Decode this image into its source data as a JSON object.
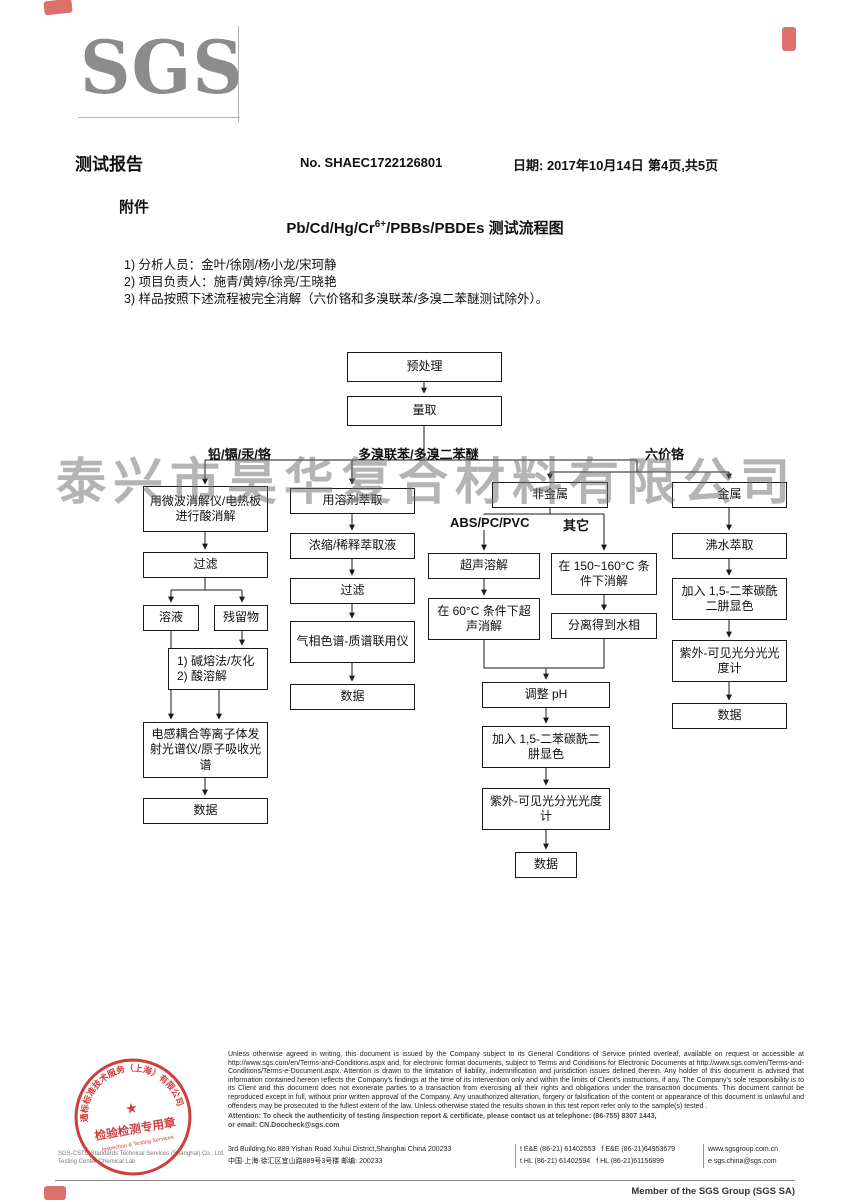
{
  "page": {
    "logo": "SGS"
  },
  "header": {
    "report_title": "测试报告",
    "report_no": "No. SHAEC1722126801",
    "date": "日期: 2017年10月14日",
    "page_info": "第4页,共5页",
    "attachment": "附件",
    "flow_title_main": "Pb/Cd/Hg/Cr",
    "flow_title_sup": "6+",
    "flow_title_rest": "/PBBs/PBDEs  测试流程图"
  },
  "notes": {
    "n1": "1) 分析人员：金叶/徐刚/杨小龙/宋珂静",
    "n2": "2) 项目负责人：施青/黄婷/徐亮/王晓艳",
    "n3": "3) 样品按照下述流程被完全消解（六价铬和多溴联苯/多溴二苯醚测试除外）。"
  },
  "watermark": "泰兴市昊华复合材料有限公司",
  "flow": {
    "pretreat": "预处理",
    "measure": "量取",
    "branch_left": "铅/镉/汞/铬",
    "branch_mid": "多溴联苯/多溴二苯醚",
    "branch_right": "六价铬",
    "acid": "用微波消解仪/电热板进行酸消解",
    "filter1": "过滤",
    "solution": "溶液",
    "residue": "残留物",
    "alkali1": "1) 碱熔法/灰化",
    "alkali2": "2) 酸溶解",
    "icp": "电感耦合等离子体发射光谱仪/原子吸收光谱",
    "data1": "数据",
    "solvent": "用溶剂萃取",
    "concentrate": "浓缩/稀释萃取液",
    "filter2": "过滤",
    "gcms": "气相色谱-质谱联用仪",
    "data2": "数据",
    "nonmetal": "非金属",
    "metal": "金属",
    "abs_label": "ABS/PC/PVC",
    "other_label": "其它",
    "ultrasonic": "超声溶解",
    "us60": "在 60°C 条件下超声消解",
    "digest150": "在 150~160°C 条件下消解",
    "separate": "分离得到水相",
    "ph": "调整 pH",
    "chromo1": "加入 1,5-二苯碳酰二肼显色",
    "uv1": "紫外-可见光分光光度计",
    "data3": "数据",
    "boiling": "沸水萃取",
    "chromo2": "加入 1,5-二苯碳酰二肼显色",
    "uv2": "紫外-可见光分光光度计",
    "data4": "数据"
  },
  "stamp": {
    "ring": "通标标准技术服务（上海）有限公司",
    "star": "★",
    "center": "检验检测专用章",
    "sub": "Inspection & Testing Services"
  },
  "company": {
    "line1": "SGS-CSTC Standards Technical Services (Shanghai) Co., Ltd.",
    "line2": "Testing Center-Chemical Lab"
  },
  "disclaimer": {
    "body": "Unless otherwise agreed in writing, this document is issued by the Company subject to its General Conditions of Service printed overleaf, available on request or accessible at http://www.sgs.com/en/Terms-and-Conditions.aspx and, for electronic format documents, subject to Terms and Conditions for Electronic Documents at http://www.sgs.com/en/Terms-and-Conditions/Terms-e-Document.aspx. Attention is drawn to the limitation of liability, indemnification and jurisdiction issues defined therein. Any holder of this document is advised that information contained hereon reflects the Company's findings at the time of its intervention only and within the limits of Client's instructions, if any. The Company's sole responsibility is to its Client and this document does not exonerate parties to a transaction from exercising all their rights and obligations under the transaction documents. This document cannot be reproduced except in full, without prior written approval of the Company. Any unauthorized alteration, forgery or falsification of the content or appearance of this document is unlawful and offenders may be prosecuted to the fullest extent of the law. Unless otherwise stated the results shown in this test report refer only to the sample(s) tested .",
    "attention1": "Attention: To check the authenticity of testing /inspection report & certificate, please contact us at telephone: (86-755) 8307 1443,",
    "attention2": "or email: CN.Doccheck@sgs.com"
  },
  "address": {
    "en": "3rd Building,No.889 Yishan Road Xuhui District,Shanghai China   200233",
    "cn": "中国·上海·徐汇区宜山路889号3号楼  邮编: 200233",
    "tel1": "t E&E (86-21) 61402553",
    "fax1": "f E&E (86-21)64953679",
    "tel2": "t HL (86-21) 61402594",
    "fax2": "f HL (86-21)61156899",
    "web": "www.sgsgroup.com.cn",
    "email": "e sgs.china@sgs.com"
  },
  "footer": {
    "member": "Member of the SGS Group (SGS SA)"
  }
}
